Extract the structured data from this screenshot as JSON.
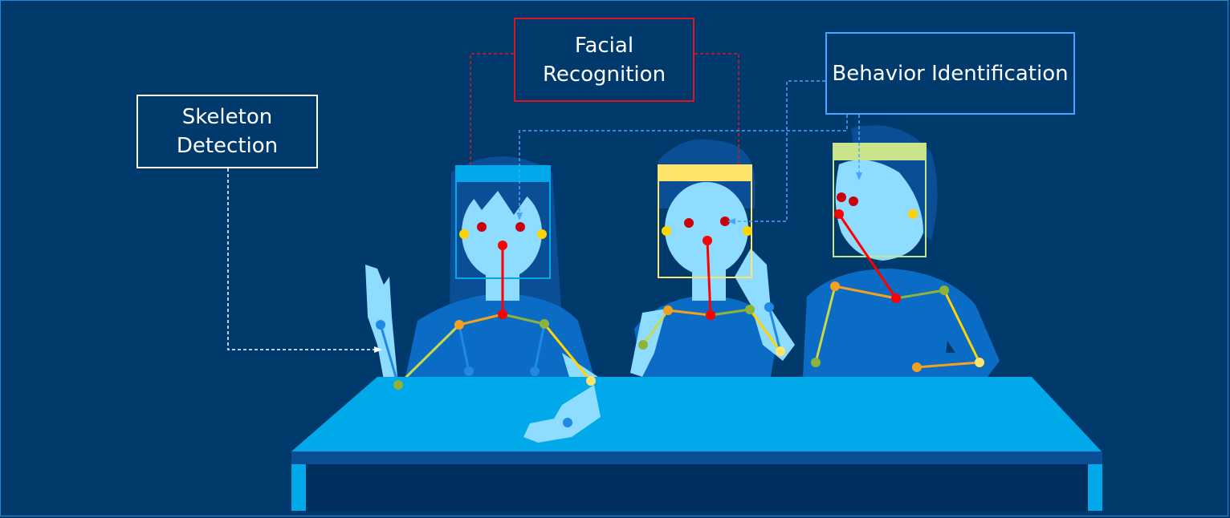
{
  "labels": {
    "skeleton": "Skeleton\nDetection",
    "facial": "Facial\nRecognition",
    "behavior": "Behavior Identification"
  },
  "colors": {
    "background": "#003a6c",
    "skin": "#8edcff",
    "shirt": "#0a6cc4",
    "hair": "#0a4e95",
    "table_top": "#00a9e9",
    "skeleton_box_border": "#ffffff",
    "facial_box_border": "#e0141e",
    "behavior_box_border": "#4aa3ff",
    "face_box_student1": "#00a9e9",
    "face_box_student2": "#ffe46b",
    "face_box_student3": "#c9e38a",
    "keypoint_nose": "#ff0000",
    "keypoint_eye": "#c8000a",
    "keypoint_ear": "#ffd400",
    "keypoint_shoulder": "#f4a11f",
    "keypoint_elbow": "#8db33a",
    "keypoint_wrist": "#1e8ae6"
  }
}
